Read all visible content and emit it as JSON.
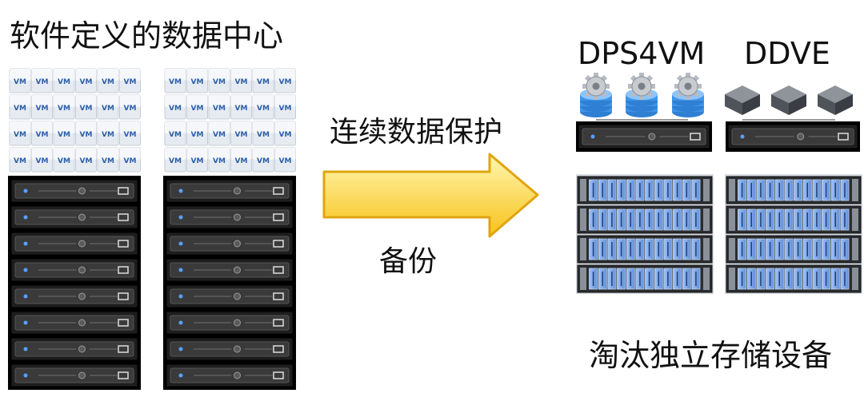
{
  "left": {
    "title": "软件定义的数据中心",
    "vm_label": "VM"
  },
  "arrow": {
    "top_label": "连续数据保护",
    "bottom_label": "备份"
  },
  "right": {
    "dps_label": "DPS4VM",
    "ddve_label": "DDVE",
    "bottom_label": "淘汰独立存储设备"
  },
  "colors": {
    "server_body": "#2b2b2b",
    "server_frame": "#000000",
    "vm_tile": "#e6ebf2",
    "vm_text": "#2a5ea8",
    "arrow_fill_top": "#fff7b0",
    "arrow_fill_bottom": "#f7c21a",
    "arrow_stroke": "#e0a40f",
    "disk_blue": "#6d9ee6"
  }
}
